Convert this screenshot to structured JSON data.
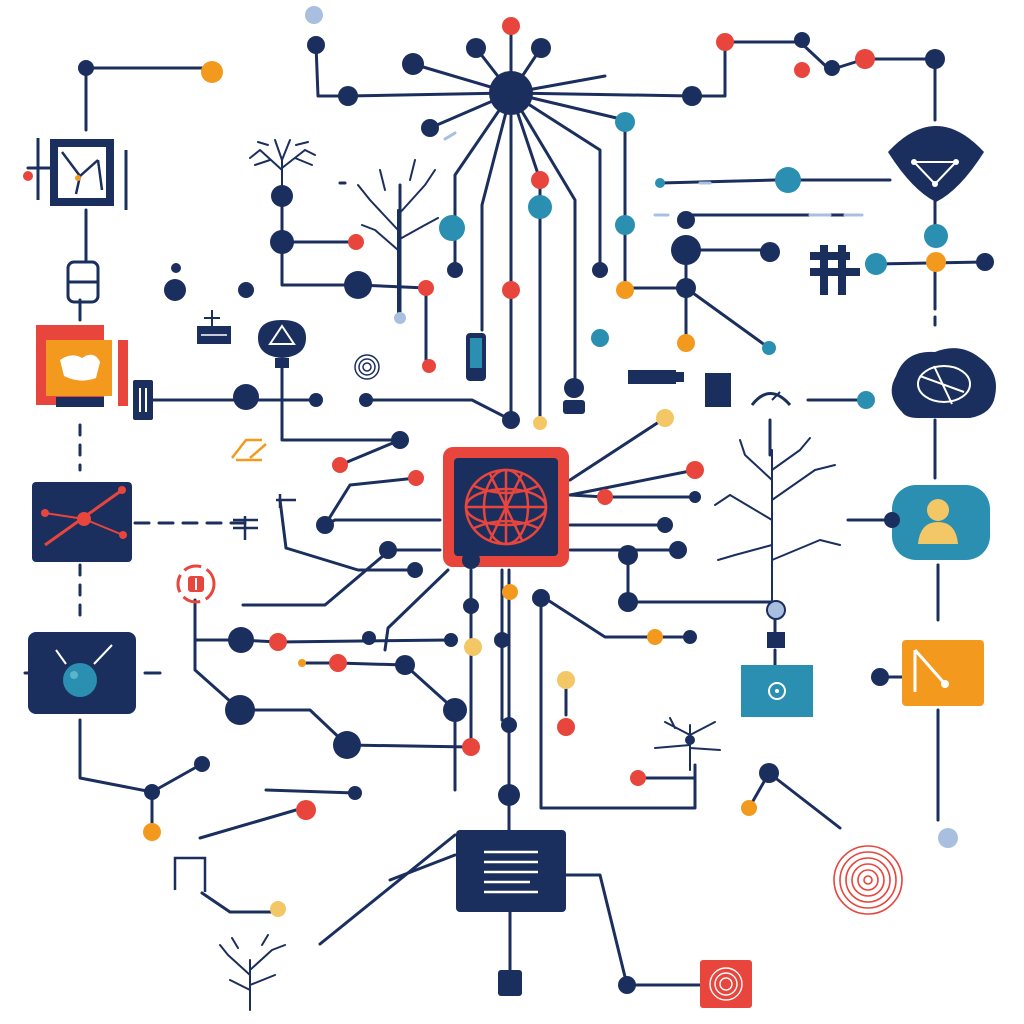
{
  "palette": {
    "navy": "#1b2f5e",
    "red": "#e8453c",
    "orange": "#f39a1e",
    "teal": "#2a8fb0",
    "light_teal": "#5bb5c9",
    "yellow": "#f3c766",
    "pale_blue": "#a9bfe0",
    "background": "#ffffff"
  },
  "diagram": {
    "kind": "network-illustration",
    "text_labels": [],
    "hub": {
      "name": "central-processor",
      "icon": "globe-mesh-icon"
    },
    "node_panels": [
      {
        "name": "circuit-card",
        "icon": "circuit-board-icon"
      },
      {
        "name": "hierarchy-shield",
        "icon": "hierarchy-icon"
      },
      {
        "name": "orange-folder",
        "icon": "map-folder-icon"
      },
      {
        "name": "network-window",
        "icon": "network-link-icon"
      },
      {
        "name": "cloud-network",
        "icon": "cloud-network-icon"
      },
      {
        "name": "sensor-panel",
        "icon": "eye-lens-icon"
      },
      {
        "name": "user-profile",
        "icon": "user-icon"
      },
      {
        "name": "document-screen",
        "icon": "document-lines-icon"
      },
      {
        "name": "teal-display",
        "icon": "target-icon"
      },
      {
        "name": "orange-note",
        "icon": "graph-note-icon"
      }
    ],
    "decorations": [
      "tree-icon",
      "red-scribble-icon",
      "spiral-icon"
    ]
  }
}
